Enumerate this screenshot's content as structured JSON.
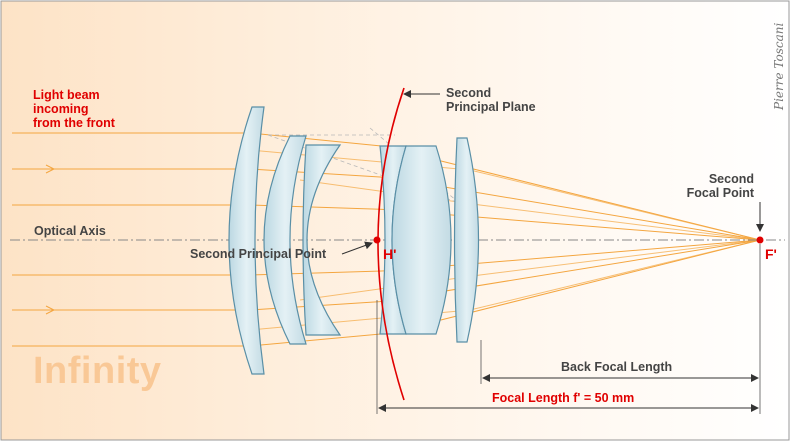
{
  "labels": {
    "light_beam": "Light beam\nincoming\nfrom the front",
    "second_principal_plane": "Second\nPrincipal Plane",
    "second_focal_point": "Second\nFocal Point",
    "optical_axis": "Optical Axis",
    "second_principal_point": "Second Principal Point",
    "h_prime": "H'",
    "f_prime": "F'",
    "back_focal_length": "Back Focal Length",
    "focal_length": "Focal Length f' = 50 mm",
    "infinity": "Infinity",
    "signature": "Pierre Toscani"
  },
  "colors": {
    "rays": "#f4a640",
    "red": "#e00000",
    "glass_fill": "#cfe3ea",
    "glass_stroke": "#5a8fa6",
    "axis": "#888888",
    "text_dark": "#444444",
    "infinity_text": "#f9c896"
  }
}
